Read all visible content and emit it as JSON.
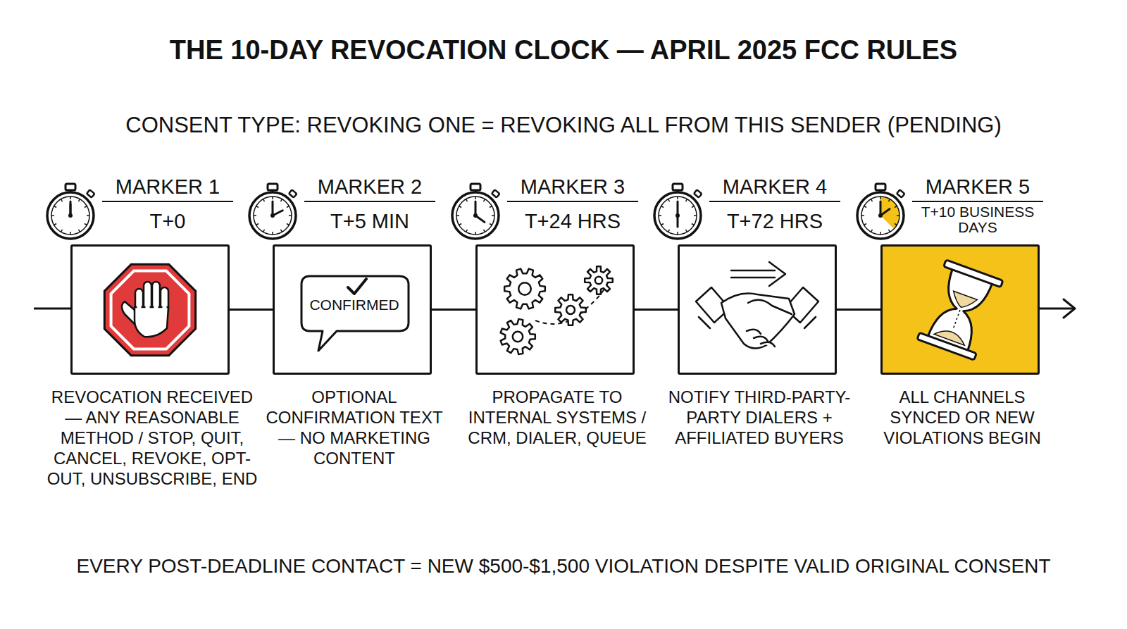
{
  "diagram": {
    "title": "THE 10-DAY REVOCATION CLOCK — APRIL 2025 FCC RULES",
    "nodes": [
      {
        "text": [
          "MARKER 1",
          "T+0",
          "REVOCATION RECEIVED — ANY REASONABLE METHOD / STOP, QUIT, CANCEL, REVOKE, OPT-OUT, UNSUBSCRIBE, END"
        ]
      },
      {
        "text": [
          "MARKER 2",
          "T+5 MIN",
          "CONFIRMED",
          "OPTIONAL CONFIRMATION TEXT — NO MARKETING CONTENT"
        ]
      },
      {
        "text": [
          "MARKER 3",
          "T+24 HRS",
          "PROPAGATE TO INTERNAL SYSTEMS / CRM, DIALER, QUEUE"
        ]
      },
      {
        "text": [
          "MARKER 4",
          "T+72 HRS",
          "NOTIFY THIRD-PARTY-PARTY DIALERS + AFFILIATED BUYERS"
        ]
      },
      {
        "text": [
          "MARKER 5",
          "T+10 BUSINESS DAYS",
          "ALL CHANNELS SYNCED OR NEW VIOLATIONS BEGIN"
        ]
      }
    ],
    "edges": [
      {
        "from": 0,
        "to": 1,
        "arrow": "none"
      },
      {
        "from": 1,
        "to": 2,
        "arrow": "none"
      },
      {
        "from": 2,
        "to": 3,
        "arrow": "none"
      },
      {
        "from": 3,
        "to": 4,
        "arrow": "none"
      }
    ],
    "labels": [
      "CONSENT TYPE: REVOKING ONE = REVOKING ALL FROM THIS SENDER (PENDING)",
      "EVERY POST-DEADLINE CONTACT = NEW $500-$1,500 VIOLATION DESPITE VALID ORIGINAL CONSENT"
    ]
  }
}
